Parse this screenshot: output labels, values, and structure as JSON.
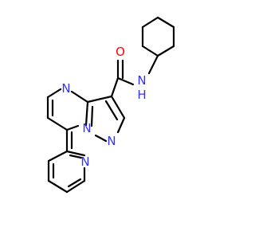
{
  "colors": {
    "bond": "#000000",
    "nitrogen": "#3333ff",
    "oxygen": "#ff0000",
    "background": "#ffffff"
  },
  "atoms": {
    "amide_o": "O",
    "amide_n": "N",
    "amide_h": "H",
    "pyrimidine_n": "N",
    "bridge_n": "N",
    "pyrazole_n": "N",
    "pyridine_n": "N"
  }
}
